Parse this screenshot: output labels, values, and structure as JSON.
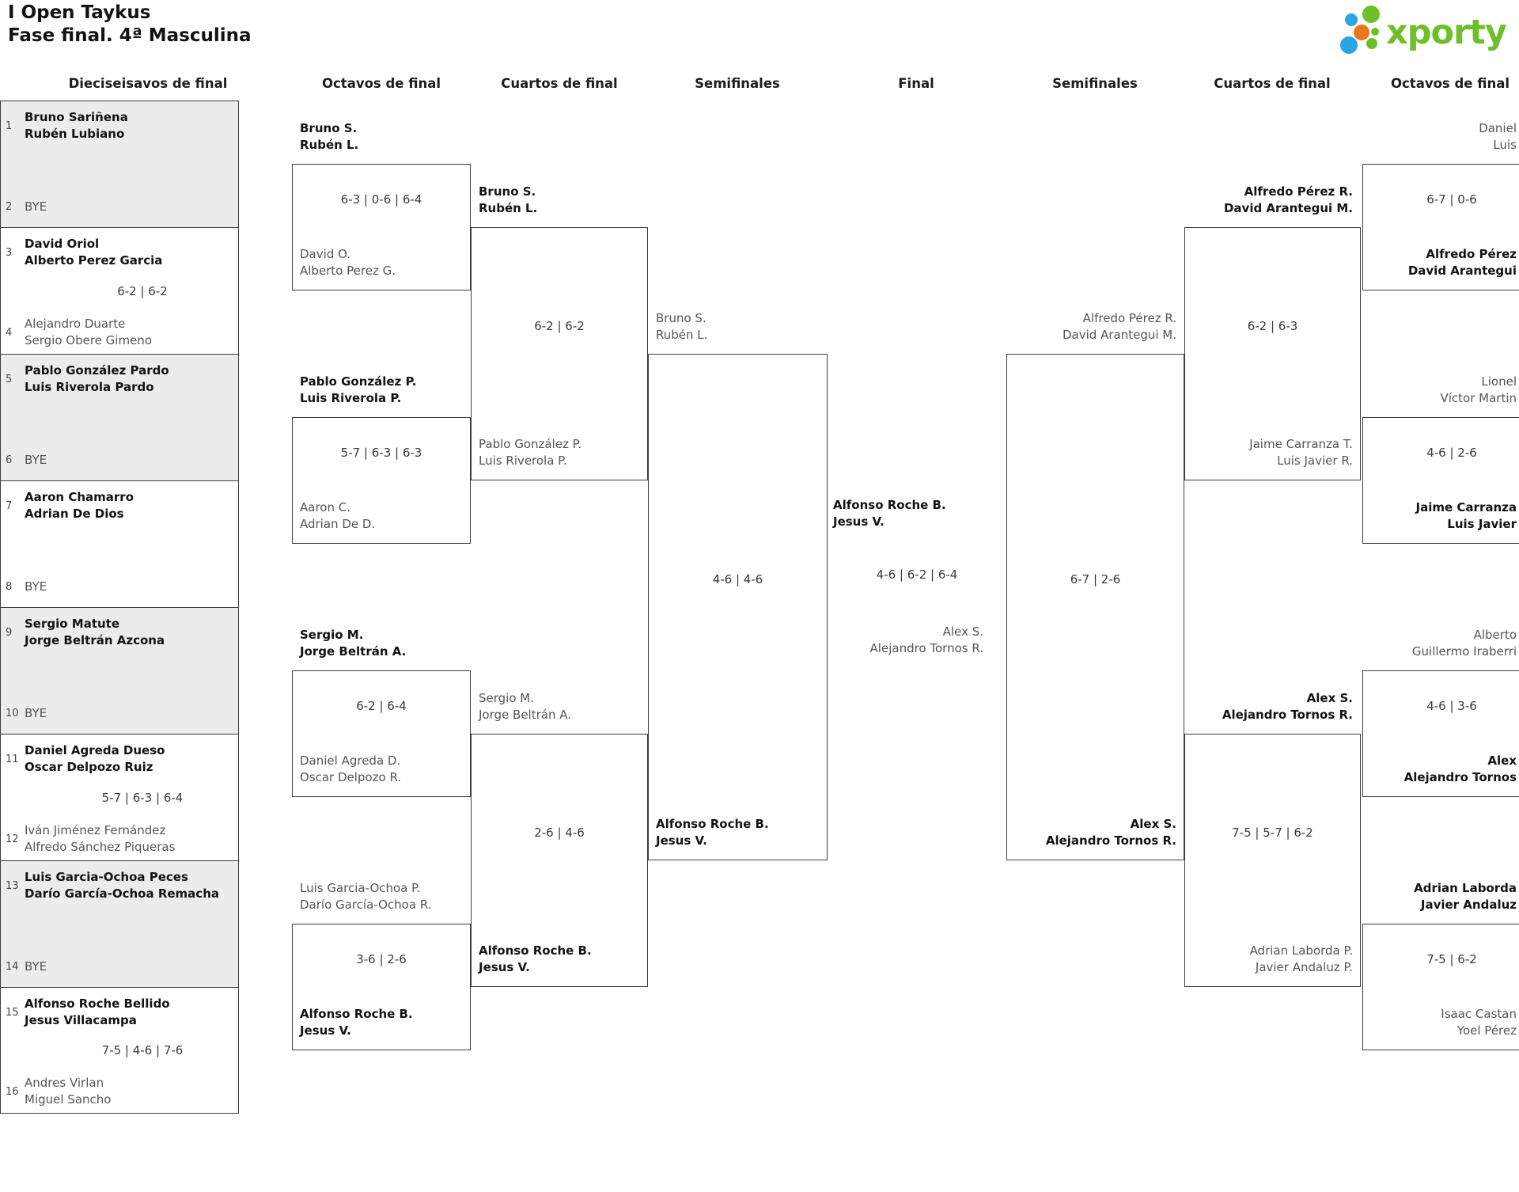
{
  "title": {
    "line1": "I Open Taykus",
    "line2": "Fase final. 4ª Masculina"
  },
  "logo": {
    "brand": "xporty",
    "green": "#6fbf28",
    "blue": "#29a5e1",
    "orange": "#e8781e"
  },
  "round_headers": [
    "Dieciseisavos de final",
    "Octavos de final",
    "Cuartos de final",
    "Semifinales",
    "Final",
    "Semifinales",
    "Cuartos de final",
    "Octavos de final"
  ],
  "r16": [
    {
      "seed_a": "1",
      "a1": "Bruno Sariñena",
      "a2": "Rubén Lubiano",
      "score": "",
      "seed_b": "2",
      "b1": "BYE",
      "b2": ""
    },
    {
      "seed_a": "3",
      "a1": "David Oriol",
      "a2": "Alberto Perez Garcia",
      "score": "6-2 | 6-2",
      "seed_b": "4",
      "b1": "Alejandro Duarte",
      "b2": "Sergio Obere Gimeno"
    },
    {
      "seed_a": "5",
      "a1": "Pablo González Pardo",
      "a2": "Luis Riverola Pardo",
      "score": "",
      "seed_b": "6",
      "b1": "BYE",
      "b2": ""
    },
    {
      "seed_a": "7",
      "a1": "Aaron Chamarro",
      "a2": "Adrian De Dios",
      "score": "",
      "seed_b": "8",
      "b1": "BYE",
      "b2": ""
    },
    {
      "seed_a": "9",
      "a1": "Sergio Matute",
      "a2": "Jorge Beltrán Azcona",
      "score": "",
      "seed_b": "10",
      "b1": "BYE",
      "b2": ""
    },
    {
      "seed_a": "11",
      "a1": "Daniel Agreda Dueso",
      "a2": "Oscar Delpozo Ruiz",
      "score": "5-7 | 6-3 | 6-4",
      "seed_b": "12",
      "b1": "Iván Jiménez Fernández",
      "b2": "Alfredo Sánchez Piqueras"
    },
    {
      "seed_a": "13",
      "a1": "Luis Garcia-Ochoa Peces",
      "a2": "Darío García-Ochoa Remacha",
      "score": "",
      "seed_b": "14",
      "b1": "BYE",
      "b2": ""
    },
    {
      "seed_a": "15",
      "a1": "Alfonso Roche Bellido",
      "a2": "Jesus Villacampa",
      "score": "7-5 | 4-6 | 7-6",
      "seed_b": "16",
      "b1": "Andres Virlan",
      "b2": "Miguel Sancho"
    }
  ],
  "octavos_left": [
    {
      "t1": "Bruno S.",
      "t2": "Rubén L.",
      "score": "6-3 | 0-6 | 6-4",
      "b1": "David O.",
      "b2": "Alberto Perez G."
    },
    {
      "t1": "Pablo González P.",
      "t2": "Luis Riverola P.",
      "score": "5-7 | 6-3 | 6-3",
      "b1": "Aaron C.",
      "b2": "Adrian De D."
    },
    {
      "t1": "Sergio M.",
      "t2": "Jorge Beltrán A.",
      "score": "6-2 | 6-4",
      "b1": "Daniel Agreda D.",
      "b2": "Oscar Delpozo R."
    },
    {
      "t1": "Luis Garcia-Ochoa P.",
      "t2": "Darío García-Ochoa R.",
      "score": "3-6 | 2-6",
      "b1": "Alfonso Roche B.",
      "b2": "Jesus V."
    }
  ],
  "cuartos_left": [
    {
      "t1": "Bruno S.",
      "t2": "Rubén L.",
      "score": "6-2 | 6-2",
      "b1": "Pablo González P.",
      "b2": "Luis Riverola P."
    },
    {
      "t1": "Sergio M.",
      "t2": "Jorge Beltrán A.",
      "score": "2-6 | 4-6",
      "b1": "Alfonso Roche B.",
      "b2": "Jesus V."
    }
  ],
  "semi_left": {
    "t1": "Bruno S.",
    "t2": "Rubén L.",
    "score": "4-6 | 4-6",
    "b1": "Alfonso Roche B.",
    "b2": "Jesus V."
  },
  "final": {
    "w1": "Alfonso Roche B.",
    "w2": "Jesus V.",
    "score": "4-6 | 6-2 | 6-4",
    "r1": "Alex S.",
    "r2": "Alejandro Tornos R."
  },
  "semi_right": {
    "t1": "Alfredo Pérez R.",
    "t2": "David Arantegui M.",
    "score": "6-7 | 2-6",
    "b1": "Alex S.",
    "b2": "Alejandro Tornos R."
  },
  "cuartos_right": [
    {
      "t1": "Alfredo Pérez R.",
      "t2": "David Arantegui M.",
      "score": "6-2 | 6-3",
      "b1": "Jaime Carranza T.",
      "b2": "Luis Javier R."
    },
    {
      "t1": "Alex S.",
      "t2": "Alejandro Tornos R.",
      "score": "7-5 | 5-7 | 6-2",
      "b1": "Adrian Laborda P.",
      "b2": "Javier Andaluz P."
    }
  ],
  "octavos_right": [
    {
      "t1": "Daniel",
      "t2": "Luis",
      "score": "6-7 | 0-6",
      "b1": "Alfredo Pérez",
      "b2": "David Arantegui"
    },
    {
      "t1": "Lionel",
      "t2": "Víctor Martin",
      "score": "4-6 | 2-6",
      "b1": "Jaime Carranza",
      "b2": "Luis Javier"
    },
    {
      "t1": "Alberto",
      "t2": "Guillermo Iraberri",
      "score": "4-6 | 3-6",
      "b1": "Alex",
      "b2": "Alejandro Tornos"
    },
    {
      "t1": "Adrian Laborda",
      "t2": "Javier Andaluz",
      "score": "7-5 | 6-2",
      "b1": "Isaac Castan",
      "b2": "Yoel Pérez"
    }
  ]
}
